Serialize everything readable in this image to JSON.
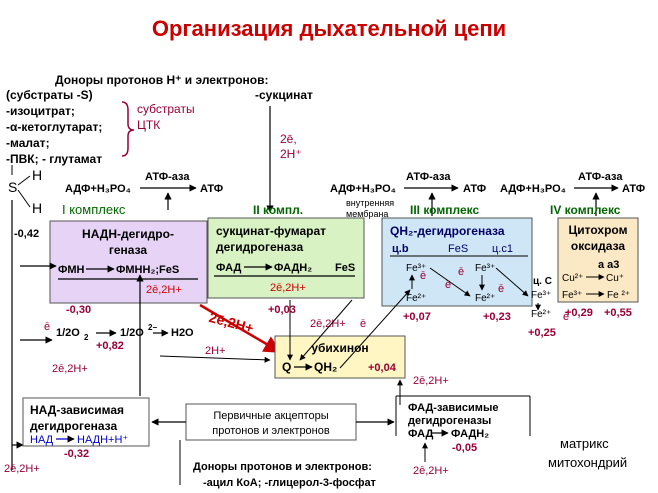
{
  "title": "Организация дыхательной цепи",
  "donors_header": "Доноры протонов Н⁺ и электронов:",
  "donors_lines": [
    "(субстраты -S)",
    "-изоцитрат;",
    "-α-кетоглутарат;",
    "-малат;",
    "-ПВК;  - глутамат"
  ],
  "tca_label_1": "субстраты",
  "tca_label_2": "ЦТК",
  "succinate_donor": "-сукцинат",
  "e2": "2ē,",
  "h2": "2Н⁺",
  "sh_s": "S",
  "sh_h1": "H",
  "sh_h2": "H",
  "atp_eq_1": "АДФ+Н₃РО₄",
  "atp_ase": "АТФ-аза",
  "atp": "АТФ",
  "complex_1": "I комплекс",
  "complex_2": "II компл.",
  "complex_3": "III комплекс",
  "complex_4": "IV комплекс",
  "membrane_1": "внутренняя",
  "membrane_2": "мембрана",
  "c1_title_1": "НАДН-дегидро-",
  "c1_title_2": "геназа",
  "c1_fmn": "ФМН",
  "c1_fmnh2": "ФМНН₂;FeS",
  "c1_2e2h": "2ē,2Н+",
  "c2_title_1": "сукцинат-фумарат",
  "c2_title_2": "дегидрогеназа",
  "c2_fad": "ФАД",
  "c2_fadh2": "ФАДН₂",
  "c2_fes": "FeS",
  "c2_2e2h": "2ē,2Н+",
  "c3_title": "QН₂-дегидрогеназа",
  "c3_cb": "ц.b",
  "c3_fes": "FeS",
  "c3_cc1": "ц.c1",
  "fe3": "Fe³⁺",
  "fe2": "Fe²⁺",
  "e_bar": "ē",
  "cyt_c": "ц. С",
  "c4_title_1": "Цитохром",
  "c4_title_2": "оксидаза",
  "c4_a": "а   а3",
  "cu2": "Cu²⁺",
  "cu1": "Cu⁺",
  "fe2b": "Fe ²⁺",
  "pot_m042": "-0,42",
  "pot_m030": "-0,30",
  "pot_003": "+0,03",
  "pot_007": "+0,07",
  "pot_023": "+0,23",
  "pot_025": "+0,25",
  "pot_029": "+0,29",
  "pot_055": "+0,55",
  "pot_082": "+0,82",
  "pot_004": "+0,04",
  "pot_m005": "-0,05",
  "pot_m032": "-0,32",
  "water_half_o2": "1/2О",
  "water_sub2": "2",
  "water_o2m": "1/2О",
  "water_sup": "2−",
  "water_h2o": "Н2О",
  "big_2e2h": "2ē,2Н+",
  "h2_plus": "2Н+",
  "ubi_title": "убихинон",
  "ubi_q": "Q",
  "ubi_qh2": "QН₂",
  "nad_title_1": "НАД-зависимая",
  "nad_title_2": "дегидрогеназа",
  "nad": "НАД",
  "nadh": "НАДН+Н⁺",
  "primary_1": "Первичные акцепторы",
  "primary_2": "протонов и электронов",
  "fad_title_1": "ФАД-зависимые",
  "fad_title_2": "дегидрогеназы",
  "fad": "ФАД",
  "fadh2": "ФАДН₂",
  "bottom_donors_1": "Доноры протонов и электронов:",
  "bottom_donors_2": "-ацил КоА; -глицерол-3-фосфат",
  "matrix_1": "матрикс",
  "matrix_2": "митохондрий",
  "colors": {
    "title": "#cc0000",
    "maroon": "#990033",
    "green": "#006600",
    "blue": "#0000cc",
    "c1_fill": "#e6d3f5",
    "c2_fill": "#d9f2c4",
    "c3_fill": "#cfe6f7",
    "c4_fill": "#fbe8c4",
    "ubi_fill": "#fff6c4"
  }
}
